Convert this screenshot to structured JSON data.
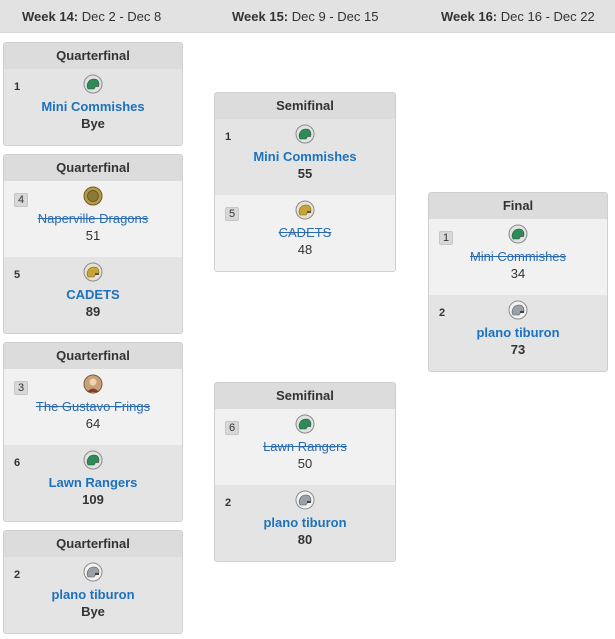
{
  "weeks": [
    {
      "label": "Week 14:",
      "range": "Dec 2 - Dec 8"
    },
    {
      "label": "Week 15:",
      "range": "Dec 9 - Dec 15"
    },
    {
      "label": "Week 16:",
      "range": "Dec 16 - Dec 22"
    }
  ],
  "matchups": [
    {
      "title": "Quarterfinal",
      "teams": [
        {
          "seed": "1",
          "name": "Mini Commishes",
          "score": "Bye",
          "logo": "green-helmet-icon",
          "loser": false
        }
      ]
    },
    {
      "title": "Quarterfinal",
      "teams": [
        {
          "seed": "4",
          "name": "Naperville Dragons",
          "score": "51",
          "logo": "gold-coin-icon",
          "loser": true
        },
        {
          "seed": "5",
          "name": "CADETS",
          "score": "89",
          "logo": "gold-helmet-icon",
          "loser": false
        }
      ]
    },
    {
      "title": "Quarterfinal",
      "teams": [
        {
          "seed": "3",
          "name": "The Gustavo Frings",
          "score": "64",
          "logo": "avatar-icon",
          "loser": true
        },
        {
          "seed": "6",
          "name": "Lawn Rangers",
          "score": "109",
          "logo": "green-helmet-icon",
          "loser": false
        }
      ]
    },
    {
      "title": "Quarterfinal",
      "teams": [
        {
          "seed": "2",
          "name": "plano tiburon",
          "score": "Bye",
          "logo": "shark-helmet-icon",
          "loser": false
        }
      ]
    },
    {
      "title": "Semifinal",
      "teams": [
        {
          "seed": "1",
          "name": "Mini Commishes",
          "score": "55",
          "logo": "green-helmet-icon",
          "loser": false
        },
        {
          "seed": "5",
          "name": "CADETS",
          "score": "48",
          "logo": "gold-helmet-icon",
          "loser": true
        }
      ]
    },
    {
      "title": "Semifinal",
      "teams": [
        {
          "seed": "6",
          "name": "Lawn Rangers",
          "score": "50",
          "logo": "green-helmet-icon",
          "loser": true
        },
        {
          "seed": "2",
          "name": "plano tiburon",
          "score": "80",
          "logo": "shark-helmet-icon",
          "loser": false
        }
      ]
    },
    {
      "title": "Final",
      "teams": [
        {
          "seed": "1",
          "name": "Mini Commishes",
          "score": "34",
          "logo": "green-helmet-icon",
          "loser": true
        },
        {
          "seed": "2",
          "name": "plano tiburon",
          "score": "73",
          "logo": "shark-helmet-icon",
          "loser": false
        }
      ]
    }
  ]
}
